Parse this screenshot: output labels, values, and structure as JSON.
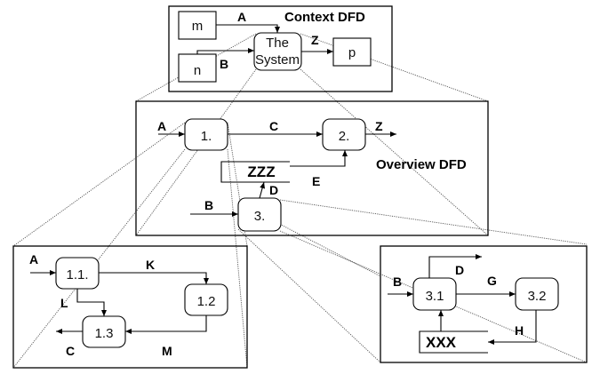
{
  "context": {
    "title": "Context DFD",
    "entities": [
      "m",
      "n",
      "p"
    ],
    "process_line1": "The",
    "process_line2": "System",
    "flows": {
      "a": "A",
      "b": "B",
      "z": "Z"
    }
  },
  "overview": {
    "title": "Overview DFD",
    "processes": [
      "1.",
      "2.",
      "3."
    ],
    "store": "ZZZ",
    "flows": {
      "a": "A",
      "b": "B",
      "c": "C",
      "d": "D",
      "e": "E",
      "z": "Z"
    }
  },
  "detail1": {
    "processes": [
      "1.1.",
      "1.2",
      "1.3"
    ],
    "flows": {
      "a": "A",
      "k": "K",
      "l": "L",
      "m": "M",
      "c": "C"
    }
  },
  "detail3": {
    "processes": [
      "3.1",
      "3.2"
    ],
    "store": "XXX",
    "flows": {
      "b": "B",
      "d": "D",
      "g": "G",
      "h": "H"
    }
  }
}
